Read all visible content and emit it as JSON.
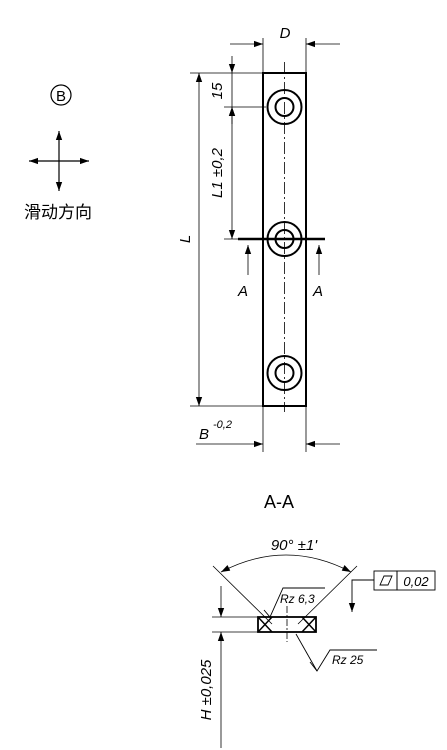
{
  "variant_label": "B",
  "sliding_direction_text": "滑动方向",
  "dimensions": {
    "d": "D",
    "top_offset": "15",
    "l1": "L1 ±0,2",
    "l": "L",
    "b": "B",
    "b_tol": "-0,2",
    "section_marker": "A",
    "section_title": "A-A",
    "angle": "90° ±1'",
    "flatness": "0,02",
    "rz_face": "Rz 6,3",
    "rz_chamfer": "Rz 25",
    "h_tol": "H ±0,025"
  }
}
